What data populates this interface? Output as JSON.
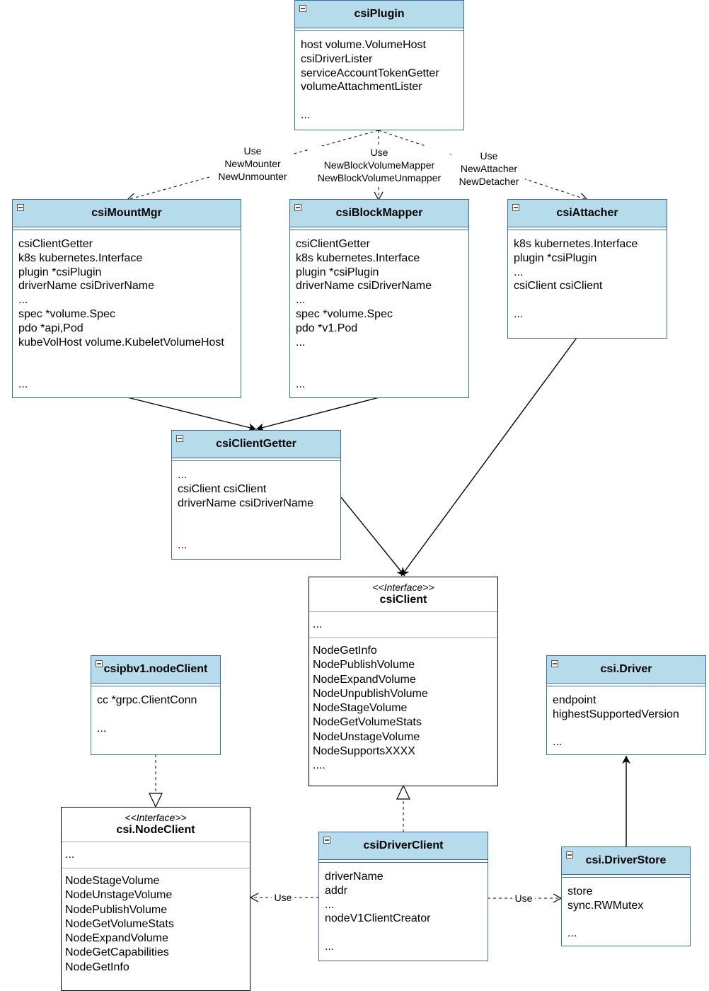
{
  "edges": {
    "use_mounter": {
      "lines": [
        "Use",
        "NewMounter",
        "NewUnmounter"
      ]
    },
    "use_block": {
      "lines": [
        "Use",
        "NewBlockVolumeMapper",
        "NewBlockVolumeUnmapper"
      ]
    },
    "use_attacher": {
      "lines": [
        "Use",
        "NewAttacher",
        "NewDetacher"
      ]
    },
    "use_nodeclient": {
      "label": "Use"
    },
    "use_driverstore": {
      "label": "Use"
    }
  },
  "csiPlugin": {
    "name": "csiPlugin",
    "fields": [
      "host volume.VolumeHost",
      "csiDriverLister",
      "serviceAccountTokenGetter",
      "volumeAttachmentLister",
      "",
      "..."
    ]
  },
  "csiMountMgr": {
    "name": "csiMountMgr",
    "fields": [
      "csiClientGetter",
      "k8s kubernetes.Interface",
      "plugin *csiPlugin",
      "driverName csiDriverName",
      "...",
      "spec *volume.Spec",
      "pdo *api,Pod",
      "kubeVolHost volume.KubeletVolumeHost",
      "",
      "",
      "..."
    ]
  },
  "csiBlockMapper": {
    "name": "csiBlockMapper",
    "fields": [
      "csiClientGetter",
      "k8s kubernetes.Interface",
      "plugin *csiPlugin",
      "driverName csiDriverName",
      "...",
      "spec *volume.Spec",
      "pdo *v1.Pod",
      "...",
      "",
      "",
      "..."
    ]
  },
  "csiAttacher": {
    "name": "csiAttacher",
    "fields": [
      "k8s kubernetes.Interface",
      "plugin *csiPlugin",
      "...",
      "csiClient csiClient",
      "",
      "..."
    ]
  },
  "csiClientGetter": {
    "name": "csiClientGetter",
    "fields": [
      "...",
      "csiClient csiClient",
      "driverName csiDriverName",
      "",
      "",
      "..."
    ]
  },
  "csiClient": {
    "stereotype": "<<Interface>>",
    "name": "csiClient",
    "attributes": "...",
    "operations": [
      "NodeGetInfo",
      "NodePublishVolume",
      "NodeExpandVolume",
      "NodeUnpublishVolume",
      "NodeStageVolume",
      "NodeGetVolumeStats",
      "NodeUnstageVolume",
      "NodeSupportsXXXX",
      "...."
    ]
  },
  "nodeClient": {
    "name": "csipbv1.nodeClient",
    "fields": [
      "cc *grpc.ClientConn",
      "",
      "..."
    ]
  },
  "csiDriver": {
    "name": "csi.Driver",
    "fields": [
      "endpoint",
      "highestSupportedVersion",
      "",
      "..."
    ]
  },
  "NodeClient": {
    "stereotype": "<<Interface>>",
    "name": "csi.NodeClient",
    "attributes": "...",
    "operations": [
      "NodeStageVolume",
      "NodeUnstageVolume",
      "NodePublishVolume",
      "NodeGetVolumeStats",
      "NodeExpandVolume",
      "NodeGetCapabilities",
      "NodeGetInfo"
    ]
  },
  "csiDriverClient": {
    "name": "csiDriverClient",
    "fields": [
      "driverName",
      "addr",
      "...",
      "nodeV1ClientCreator",
      "",
      "..."
    ]
  },
  "csiDriverStore": {
    "name": "csi.DriverStore",
    "fields": [
      "store",
      "sync.RWMutex",
      "",
      "..."
    ]
  }
}
